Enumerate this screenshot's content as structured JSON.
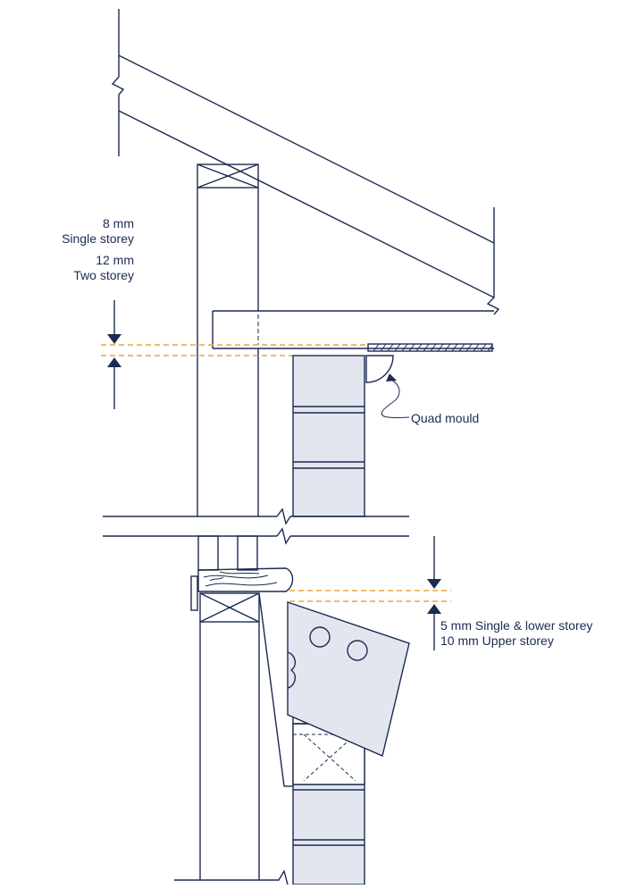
{
  "labels": {
    "gap_top_line1": "8 mm",
    "gap_top_line2": "Single storey",
    "gap_top_line3": "12 mm",
    "gap_top_line4": "Two storey",
    "quad_mould": "Quad mould",
    "gap_bottom_line1": "5 mm Single & lower storey",
    "gap_bottom_line2": "10 mm Upper storey"
  },
  "colors": {
    "line": "#1b2a52",
    "block_fill": "#e3e6ee",
    "gap_dash": "#f2a33a"
  }
}
